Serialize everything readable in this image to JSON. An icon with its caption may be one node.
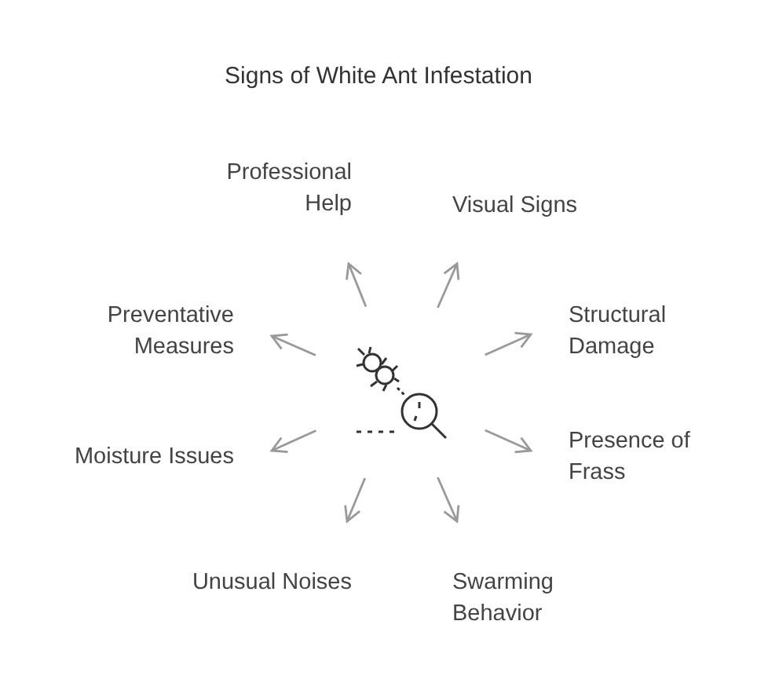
{
  "diagram": {
    "title": "Signs of White Ant Infestation",
    "nodes": [
      {
        "text": [
          "Professional Help"
        ]
      },
      {
        "text": [
          "Visual Signs"
        ]
      },
      {
        "text": [
          "Preventative Measures"
        ]
      },
      {
        "text": [
          "Structural Damage"
        ]
      },
      {
        "text": [],
        "shape": "picture"
      },
      {
        "text": [
          "Moisture Issues"
        ]
      },
      {
        "text": [
          "Presence of Frass"
        ]
      },
      {
        "text": [
          "Unusual Noises"
        ]
      },
      {
        "text": [
          "Swarming Behavior"
        ]
      }
    ],
    "edges": [
      {
        "from": 4,
        "to": 0,
        "arrow": "to"
      },
      {
        "from": 4,
        "to": 1,
        "arrow": "to"
      },
      {
        "from": 4,
        "to": 3,
        "arrow": "to"
      },
      {
        "from": 4,
        "to": 6,
        "arrow": "to"
      },
      {
        "from": 4,
        "to": 8,
        "arrow": "to"
      },
      {
        "from": 4,
        "to": 7,
        "arrow": "to"
      },
      {
        "from": 4,
        "to": 5,
        "arrow": "to"
      },
      {
        "from": 4,
        "to": 2,
        "arrow": "to"
      }
    ]
  }
}
